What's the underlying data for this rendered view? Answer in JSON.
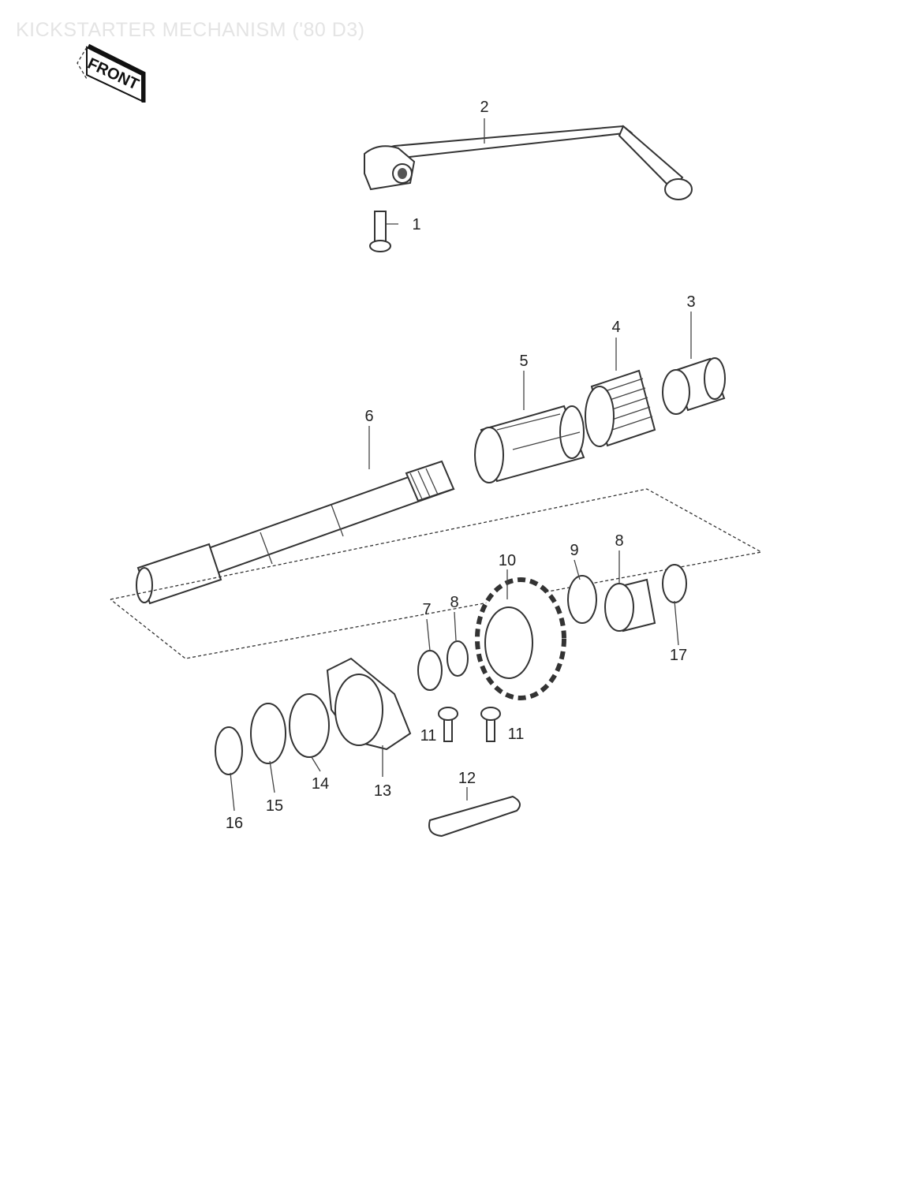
{
  "title": "KICKSTARTER MECHANISM ('80 D3)",
  "front_sign": "FRONT",
  "callouts": [
    "2",
    "1",
    "3",
    "4",
    "5",
    "6",
    "10",
    "9",
    "8",
    "7",
    "8",
    "17",
    "11",
    "11",
    "12",
    "13",
    "14",
    "15",
    "16"
  ]
}
